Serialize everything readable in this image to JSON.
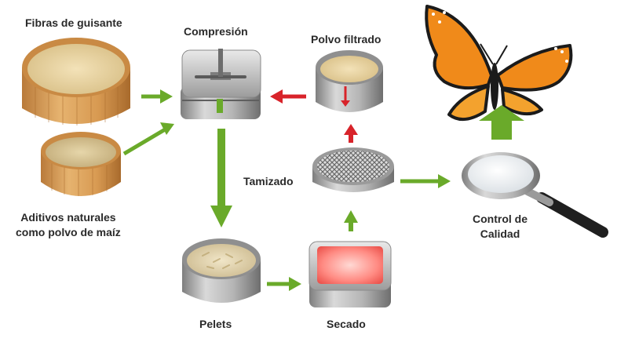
{
  "labels": {
    "fibras": "Fibras de guisante",
    "aditivos_line1": "Aditivos naturales",
    "aditivos_line2": "como polvo de maíz",
    "compresion": "Compresión",
    "polvo_filtrado": "Polvo filtrado",
    "tamizado": "Tamizado",
    "control_line1": "Control de",
    "control_line2": "Calidad",
    "pelets": "Pelets",
    "secado": "Secado"
  },
  "colors": {
    "green_arrow": "#6aaa2a",
    "red_arrow": "#d8232a",
    "wood": "#d9a35c",
    "metal": "#a6a6a6",
    "butterfly_orange": "#f08a1a",
    "heated_red": "#ff6b6b"
  },
  "icons": [
    "wooden-bowl-icon",
    "compression-press-icon",
    "metal-cup-icon",
    "sieve-icon",
    "magnifier-icon",
    "butterfly-icon",
    "tray-icon"
  ]
}
